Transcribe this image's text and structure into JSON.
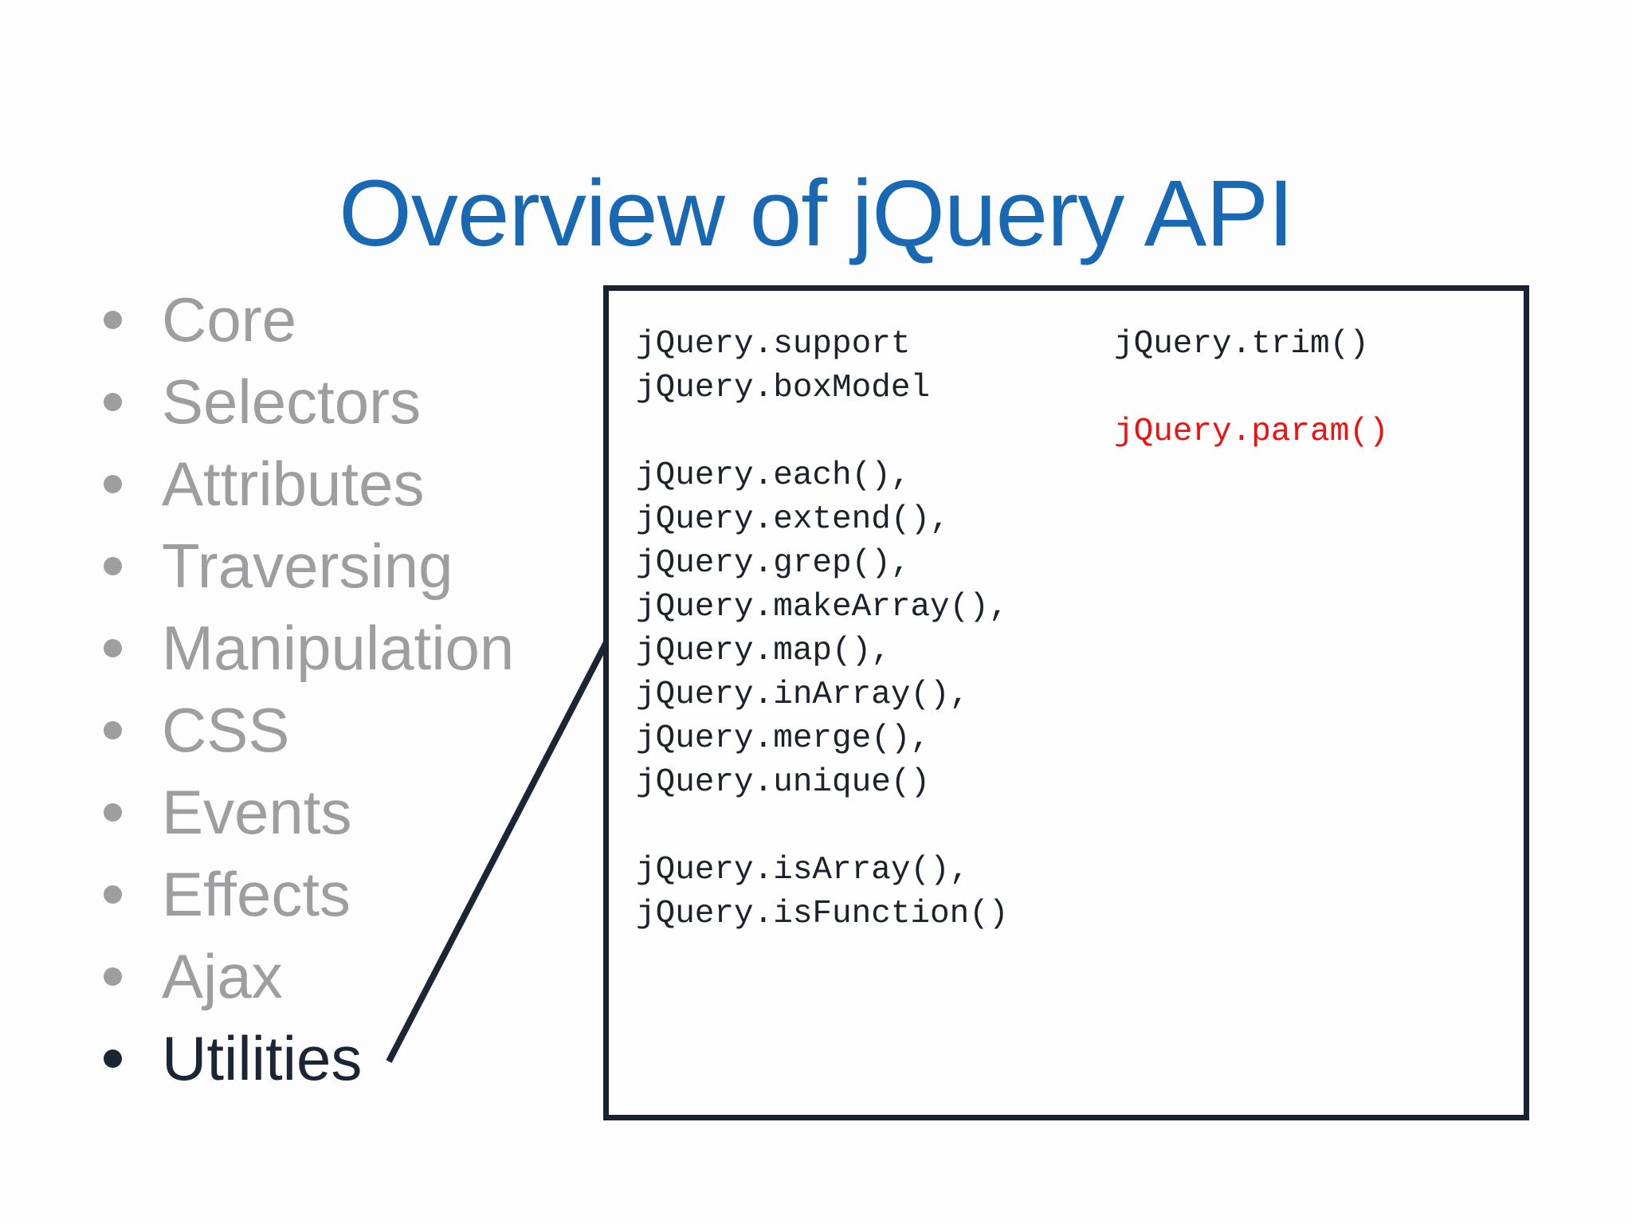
{
  "title": "Overview of jQuery API",
  "list": {
    "items": [
      {
        "label": "Core",
        "active": false
      },
      {
        "label": "Selectors",
        "active": false
      },
      {
        "label": "Attributes",
        "active": false
      },
      {
        "label": "Traversing",
        "active": false
      },
      {
        "label": "Manipulation",
        "active": false
      },
      {
        "label": "CSS",
        "active": false
      },
      {
        "label": "Events",
        "active": false
      },
      {
        "label": "Effects",
        "active": false
      },
      {
        "label": "Ajax",
        "active": false
      },
      {
        "label": "Utilities",
        "active": true
      }
    ]
  },
  "code_box": {
    "left_lines": [
      "jQuery.support",
      "jQuery.boxModel",
      "",
      "jQuery.each(),",
      "jQuery.extend(),",
      "jQuery.grep(),",
      "jQuery.makeArray(),",
      "jQuery.map(),",
      "jQuery.inArray(),",
      "jQuery.merge(),",
      "jQuery.unique()",
      "",
      "jQuery.isArray(),",
      "jQuery.isFunction()"
    ],
    "right_lines": [
      "jQuery.trim()",
      "",
      "jQuery.param()"
    ],
    "highlighted_entry": "jQuery.param()"
  },
  "colors": {
    "title_blue": "#1968B3",
    "inactive_gray": "#9E9EA0",
    "active_dark": "#1B2535",
    "code_text": "#1C222B",
    "highlight_red": "#ED1212",
    "box_border": "#1A2230"
  }
}
